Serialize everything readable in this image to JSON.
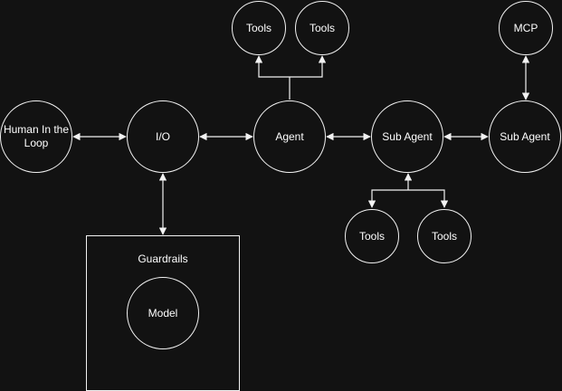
{
  "diagram": {
    "colors": {
      "background": "#121212",
      "stroke": "#f2f2f2",
      "text": "#ffffff"
    },
    "nodes": {
      "human": "Human In the Loop",
      "io": "I/O",
      "agent": "Agent",
      "sub_agent_1": "Sub Agent",
      "sub_agent_2": "Sub Agent",
      "tools_top_left": "Tools",
      "tools_top_right": "Tools",
      "mcp": "MCP",
      "tools_bottom_left": "Tools",
      "tools_bottom_right": "Tools",
      "guardrails": "Guardrails",
      "model": "Model"
    }
  }
}
